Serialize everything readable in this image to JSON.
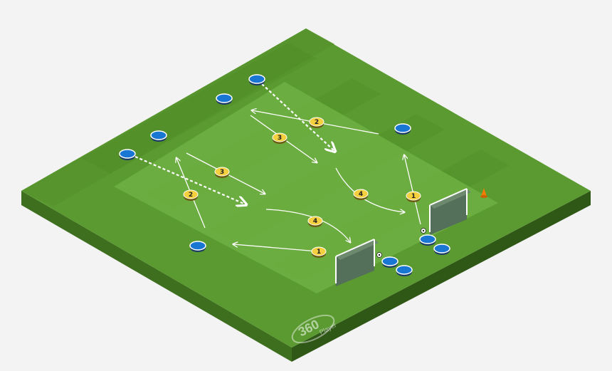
{
  "colors": {
    "background": "#f3f3f3",
    "turf_dark": "#4e8a27",
    "turf_light": "#64a33a",
    "turf_zone": "#6fb043",
    "side_left": "#3e6f1f",
    "side_right": "#34601a",
    "player_blue": "#1976d2",
    "step_yellow": "#f4d03f",
    "goal_net": "#6b7d6b",
    "cone": "#f57c00"
  },
  "watermark": {
    "number": "360",
    "word": "Player"
  },
  "step_markers": [
    "1",
    "2",
    "3",
    "4",
    "1",
    "2",
    "3",
    "4"
  ],
  "icons": {
    "player": "player-disc-icon",
    "ball": "soccer-ball-icon",
    "cone": "cone-icon",
    "goal": "goal-icon"
  }
}
